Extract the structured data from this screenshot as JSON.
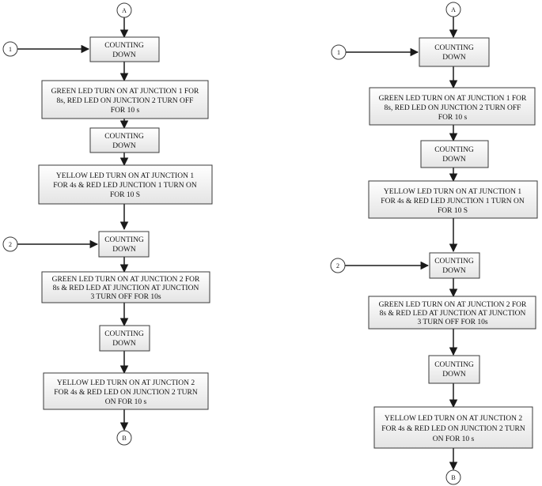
{
  "connectors": {
    "a": "A",
    "b": "B",
    "one": "1",
    "two": "2"
  },
  "steps": {
    "counting_1": [
      "COUNTING",
      "DOWN"
    ],
    "green_j1": [
      "GREEN LED TURN ON AT JUNCTION 1 FOR",
      "8s, RED LED ON JUNCTION 2 TURN OFF",
      "FOR 10 s"
    ],
    "counting_2": [
      "COUNTING",
      "DOWN"
    ],
    "yellow_j1": [
      "YELLOW LED TURN ON AT JUNCTION 1",
      "FOR 4s & RED LED JUNCTION 1 TURN ON",
      "FOR 10 S"
    ],
    "counting_3": [
      "COUNTING",
      "DOWN"
    ],
    "green_j2": [
      "GREEN LED TURN ON AT JUNCTION 2 FOR",
      "8s & RED LED AT JUNCTION AT JUNCTION",
      "3 TURN OFF FOR 10s"
    ],
    "counting_4": [
      "COUNTING",
      "DOWN"
    ],
    "yellow_j2": [
      "YELLOW LED TURN ON AT JUNCTION 2",
      "FOR 4s & RED LED ON JUNCTION 2 TURN",
      "ON FOR 10 s"
    ]
  },
  "style": {
    "line_color": "#1a1a1a",
    "box_fill_top": "#ffffff",
    "box_fill_bottom": "#e6e6e6",
    "box_stroke": "#3a3a3a"
  }
}
